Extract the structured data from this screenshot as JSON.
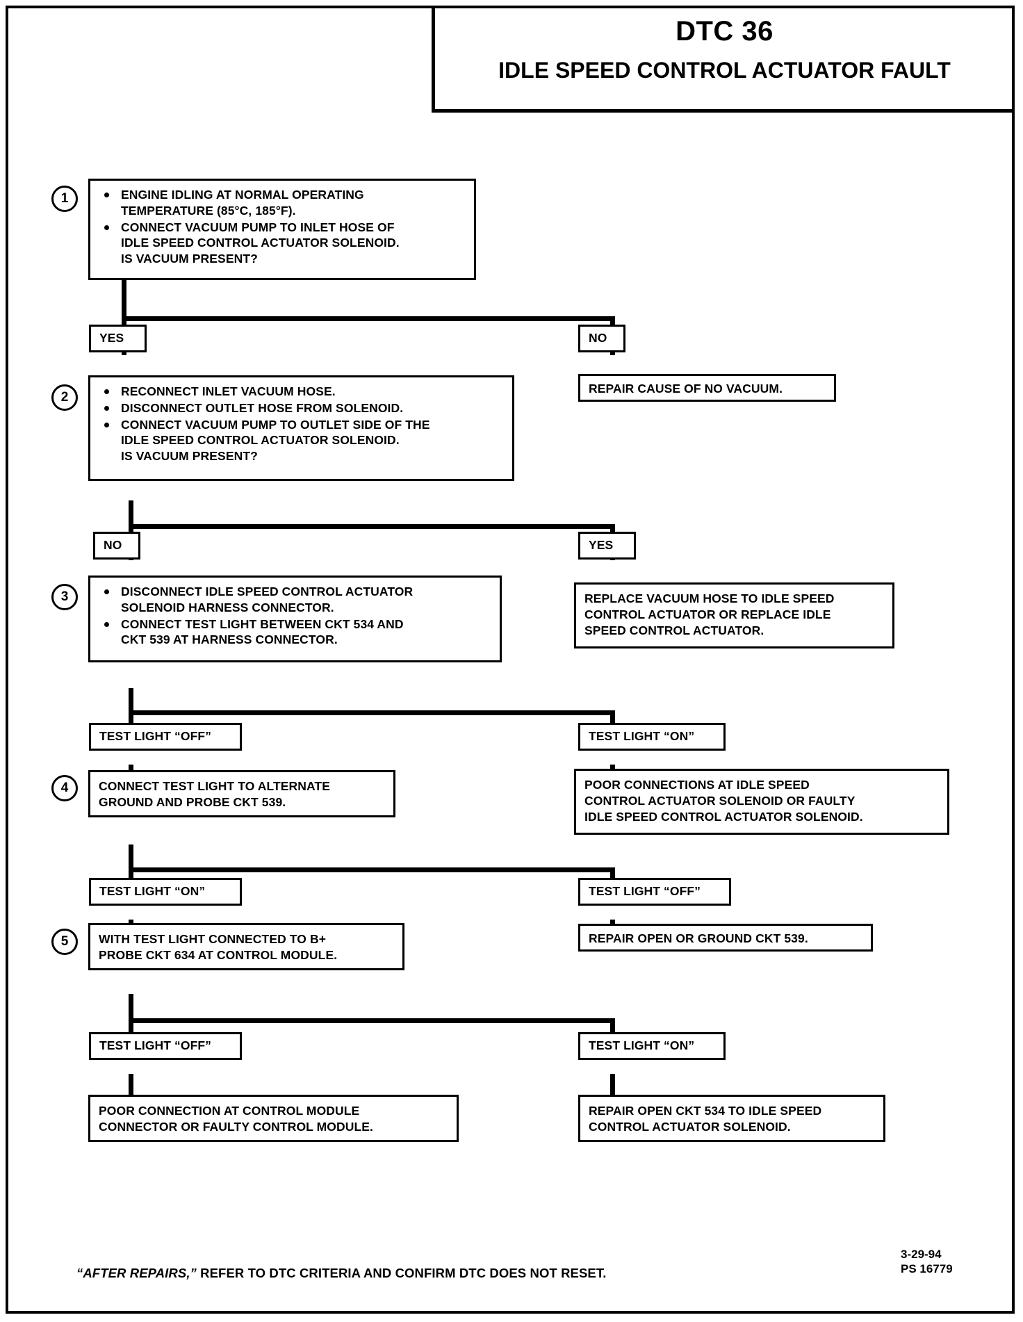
{
  "header": {
    "dtc_code": "DTC 36",
    "title": "IDLE SPEED CONTROL ACTUATOR\nFAULT"
  },
  "steps": {
    "s1": "1",
    "s2": "2",
    "s3": "3",
    "s4": "4",
    "s5": "5"
  },
  "boxes": {
    "step1_b1": "ENGINE IDLING AT NORMAL OPERATING\nTEMPERATURE (85°C, 185°F).",
    "step1_b2": "CONNECT VACUUM PUMP TO INLET HOSE OF\nIDLE SPEED CONTROL ACTUATOR SOLENOID.\nIS VACUUM PRESENT?",
    "step2_b1": "RECONNECT INLET VACUUM HOSE.",
    "step2_b2": "DISCONNECT OUTLET HOSE FROM SOLENOID.",
    "step2_b3": "CONNECT VACUUM PUMP TO OUTLET SIDE OF THE\nIDLE SPEED CONTROL ACTUATOR SOLENOID.\nIS VACUUM PRESENT?",
    "step3_b1": "DISCONNECT IDLE SPEED CONTROL ACTUATOR\nSOLENOID HARNESS CONNECTOR.",
    "step3_b2": "CONNECT TEST LIGHT BETWEEN CKT 534 AND\nCKT 539 AT HARNESS CONNECTOR.",
    "step4": "CONNECT TEST LIGHT TO ALTERNATE\nGROUND AND PROBE CKT 539.",
    "step5": "WITH TEST LIGHT CONNECTED TO  B+\nPROBE CKT 634 AT CONTROL MODULE.",
    "repair_no_vacuum": "REPAIR CAUSE OF NO VACUUM.",
    "replace_vacuum_hose": "REPLACE VACUUM HOSE TO IDLE SPEED\nCONTROL ACTUATOR OR REPLACE IDLE\nSPEED CONTROL ACTUATOR.",
    "poor_connections": "POOR CONNECTIONS AT IDLE SPEED\nCONTROL ACTUATOR SOLENOID OR FAULTY\nIDLE SPEED CONTROL ACTUATOR SOLENOID.",
    "repair_open_539": "REPAIR OPEN OR GROUND CKT 539.",
    "poor_connection_module": "POOR CONNECTION AT CONTROL MODULE\nCONNECTOR OR FAULTY CONTROL MODULE.",
    "repair_open_534": "REPAIR OPEN CKT 534 TO IDLE SPEED\nCONTROL ACTUATOR SOLENOID."
  },
  "labels": {
    "yes1": "YES",
    "no1": "NO",
    "no2": "NO",
    "yes2": "YES",
    "tl_off_1": "TEST LIGHT “OFF”",
    "tl_on_1": "TEST LIGHT “ON”",
    "tl_on_2": "TEST LIGHT “ON”",
    "tl_off_2": "TEST LIGHT “OFF”",
    "tl_off_3": "TEST LIGHT “OFF”",
    "tl_on_3": "TEST LIGHT “ON”"
  },
  "footer": {
    "note_italic": "“AFTER REPAIRS,”",
    "note_rest": " REFER TO DTC CRITERIA AND CONFIRM DTC DOES NOT RESET.",
    "date": "3-29-94",
    "doc_id": "PS 16779"
  }
}
